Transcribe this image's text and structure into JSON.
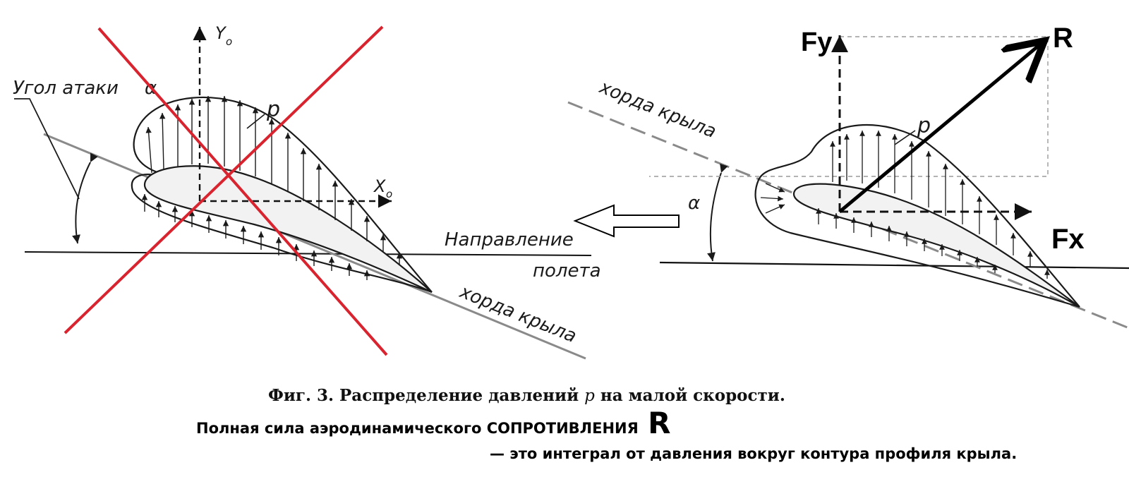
{
  "left_figure": {
    "y_axis_label": "Y",
    "y_axis_sub": "o",
    "x_axis_label": "X",
    "x_axis_sub": "o",
    "pressure_label": "p",
    "angle_label": "Угол атаки",
    "angle_symbol": "α",
    "flight_direction_line1": "Направление",
    "flight_direction_line2": "полета",
    "chord_label": "хорда крыла",
    "cross_color": "#d9232e"
  },
  "right_figure": {
    "lift_label": "Fy",
    "resultant_label": "R",
    "drag_label": "Fx",
    "pressure_label": "p",
    "chord_label": "хорда крыла",
    "angle_symbol": "α"
  },
  "caption": {
    "text_prefix": "Фиг. 3. Распределение давлений",
    "variable": "p",
    "text_suffix": "на малой скорости."
  },
  "note": {
    "line1": "Полная сила аэродинамического СОПРОТИВЛЕНИЯ",
    "line1_big": "R",
    "line2": "— это интеграл от давления вокруг контура профиля крыла."
  }
}
